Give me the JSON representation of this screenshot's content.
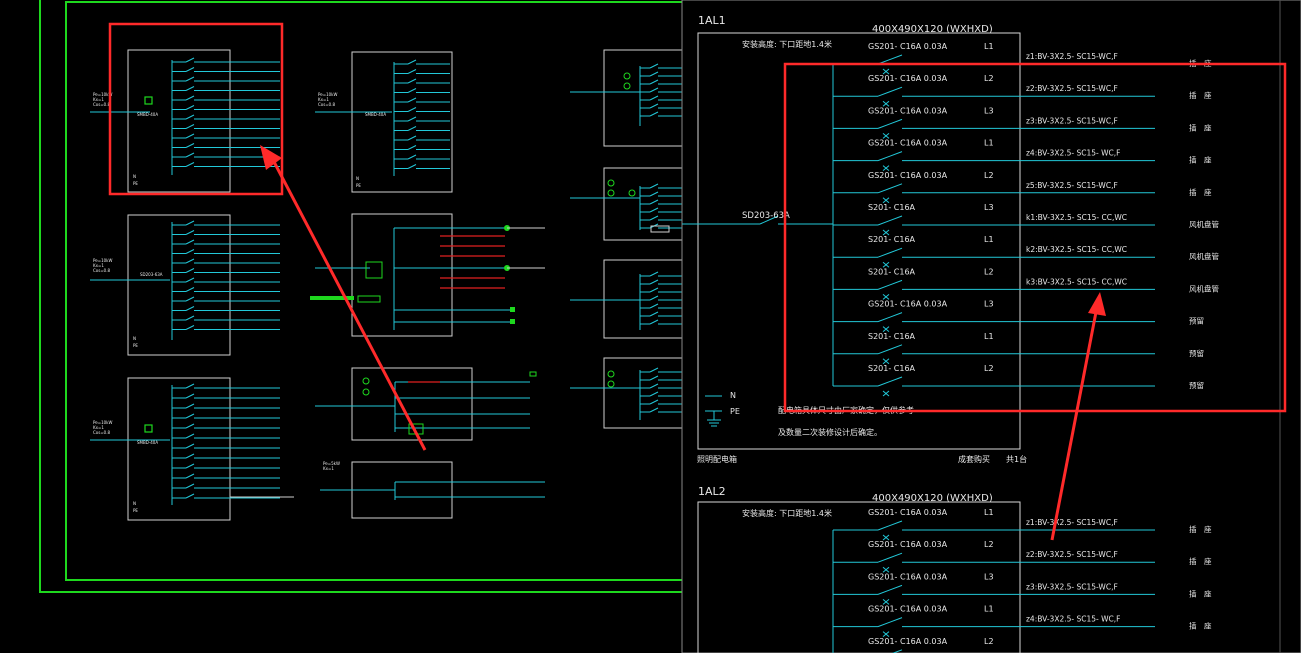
{
  "title_1al1": "1AL1",
  "title_1al2": "1AL2",
  "dims_1": "400X490X120 (WXHXD)",
  "dims_2": "400X490X120 (WXHXD)",
  "install_note_1": "安装高度: 下口距地1.4米",
  "install_note_2": "安装高度: 下口距地1.4米",
  "main_breaker": "SD203-63A",
  "footer_left": "照明配电箱",
  "footer_right": "成套购买　　共1台",
  "note_line1": "配电箱具体尺寸由厂家确定，仅供参考",
  "note_line2": "及数量二次装修设计后确定。",
  "n_label": "N",
  "pe_label": "PE",
  "circuits_1al1": [
    {
      "breaker": "GS201- C16A 0.03A",
      "phase": "L1",
      "cable": "z1:BV-3X2.5- SC15-WC,F",
      "load": "插　座"
    },
    {
      "breaker": "GS201- C16A 0.03A",
      "phase": "L2",
      "cable": "z2:BV-3X2.5- SC15-WC,F",
      "load": "插　座"
    },
    {
      "breaker": "GS201- C16A 0.03A",
      "phase": "L3",
      "cable": "z3:BV-3X2.5- SC15-WC,F",
      "load": "插　座"
    },
    {
      "breaker": "GS201- C16A 0.03A",
      "phase": "L1",
      "cable": "z4:BV-3X2.5- SC15- WC,F",
      "load": "插　座"
    },
    {
      "breaker": "GS201- C16A 0.03A",
      "phase": "L2",
      "cable": "z5:BV-3X2.5- SC15-WC,F",
      "load": "插　座"
    },
    {
      "breaker": "S201- C16A",
      "phase": "L3",
      "cable": "k1:BV-3X2.5- SC15- CC,WC",
      "load": "风机盘管"
    },
    {
      "breaker": "S201- C16A",
      "phase": "L1",
      "cable": "k2:BV-3X2.5- SC15- CC,WC",
      "load": "风机盘管"
    },
    {
      "breaker": "S201- C16A",
      "phase": "L2",
      "cable": "k3:BV-3X2.5- SC15- CC,WC",
      "load": "风机盘管"
    },
    {
      "breaker": "GS201- C16A 0.03A",
      "phase": "L3",
      "cable": "",
      "load": "预留"
    },
    {
      "breaker": "S201- C16A",
      "phase": "L1",
      "cable": "",
      "load": "预留"
    },
    {
      "breaker": "S201- C16A",
      "phase": "L2",
      "cable": "",
      "load": "预留"
    }
  ],
  "circuits_1al2": [
    {
      "breaker": "GS201- C16A 0.03A",
      "phase": "L1",
      "cable": "z1:BV-3X2.5- SC15-WC,F",
      "load": "插　座"
    },
    {
      "breaker": "GS201- C16A 0.03A",
      "phase": "L2",
      "cable": "z2:BV-3X2.5- SC15-WC,F",
      "load": "插　座"
    },
    {
      "breaker": "GS201- C16A 0.03A",
      "phase": "L3",
      "cable": "z3:BV-3X2.5- SC15-WC,F",
      "load": "插　座"
    },
    {
      "breaker": "GS201- C16A 0.03A",
      "phase": "L1",
      "cable": "z4:BV-3X2.5- SC15- WC,F",
      "load": "插　座"
    },
    {
      "breaker": "GS201- C16A 0.03A",
      "phase": "L2",
      "cable": "",
      "load": ""
    }
  ],
  "small_labels": {
    "mcb_a": "SMBD-40A",
    "mcb_b": "SD203-63A",
    "mcb_c": "SMBD-40A",
    "mcb_d": "SMBD-40A"
  },
  "colors": {
    "background": "#000000",
    "frame_green": "#1ed81e",
    "wire_cyan": "#22c8d8",
    "box_white": "#cfcfcf",
    "highlight_red": "#ff2a2a",
    "bus_red": "#e02020"
  }
}
